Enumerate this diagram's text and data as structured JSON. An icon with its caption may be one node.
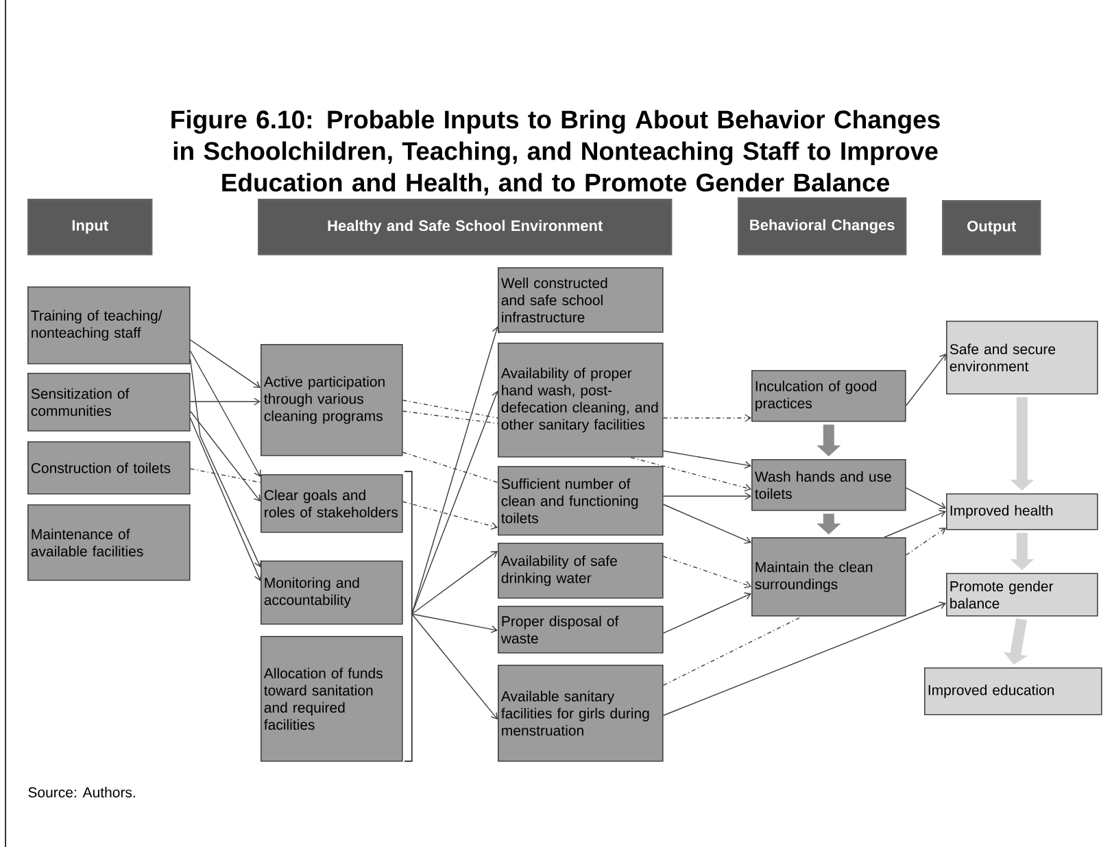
{
  "diagram": {
    "title": "Figure 6.10: Probable Inputs to Bring About Behavior Changes in Schoolchildren, Teaching, and Nonteaching Staff to Improve Education and Health, and to Promote Gender Balance",
    "caption": "Source: Authors.",
    "nodes": [
      {
        "text": [
          "Input"
        ]
      },
      {
        "text": [
          "Healthy and Safe School Environment"
        ]
      },
      {
        "text": [
          "Behavioral Changes"
        ]
      },
      {
        "text": [
          "Output"
        ]
      },
      {
        "text": [
          "Training of teaching/ nonteaching staff"
        ]
      },
      {
        "text": [
          "Sensitization of communities"
        ]
      },
      {
        "text": [
          "Construction of toilets"
        ]
      },
      {
        "text": [
          "Maintenance of available facilities"
        ]
      },
      {
        "text": [
          "Active participation through various cleaning programs"
        ]
      },
      {
        "text": [
          "Clear goals and roles of stakeholders"
        ]
      },
      {
        "text": [
          "Monitoring and accountability"
        ]
      },
      {
        "text": [
          "Allocation of funds toward sanitation and required facilities"
        ]
      },
      {
        "text": [
          "Well constructed and safe school infrastructure"
        ]
      },
      {
        "text": [
          "Availability of proper hand wash, post-defecation cleaning, and other sanitary facilities"
        ]
      },
      {
        "text": [
          "Sufficient number of clean and functioning toilets"
        ]
      },
      {
        "text": [
          "Availability of safe drinking water"
        ]
      },
      {
        "text": [
          "Proper disposal of waste"
        ]
      },
      {
        "text": [
          "Available sanitary facilities for girls during menstruation"
        ]
      },
      {
        "text": [
          "Inculcation of good practices"
        ]
      },
      {
        "text": [
          "Wash hands and use toilets"
        ]
      },
      {
        "text": [
          "Maintain the clean surroundings"
        ]
      },
      {
        "text": [
          "Safe and secure environment"
        ]
      },
      {
        "text": [
          "Improved health"
        ]
      },
      {
        "text": [
          "Promote gender balance"
        ]
      },
      {
        "text": [
          "Improved education"
        ]
      },
      {
        "text": [],
        "shape": "bracket"
      }
    ],
    "edges": [
      {
        "from": 4,
        "to": 8,
        "arrow": "to"
      },
      {
        "from": 4,
        "to": 9,
        "arrow": "to"
      },
      {
        "from": 4,
        "to": 10,
        "arrow": "to"
      },
      {
        "from": 5,
        "to": 8,
        "arrow": "to"
      },
      {
        "from": 5,
        "to": 9,
        "arrow": "to"
      },
      {
        "from": 5,
        "to": 10,
        "arrow": "to"
      },
      {
        "from": 6,
        "to": 9,
        "arrow": "none",
        "style": "dashed"
      },
      {
        "from": 25,
        "to": 12,
        "arrow": "to"
      },
      {
        "from": 25,
        "to": 13,
        "arrow": "to"
      },
      {
        "from": 25,
        "to": 15,
        "arrow": "to"
      },
      {
        "from": 25,
        "to": 16,
        "arrow": "to"
      },
      {
        "from": 25,
        "to": 17,
        "arrow": "to"
      },
      {
        "from": 8,
        "to": 13,
        "arrow": "none",
        "style": "dashed"
      },
      {
        "from": 8,
        "to": 13,
        "arrow": "none",
        "style": "dashed"
      },
      {
        "from": 8,
        "to": 14,
        "arrow": "none",
        "style": "dashed"
      },
      {
        "from": 9,
        "to": 14,
        "arrow": "to",
        "style": "dashed"
      },
      {
        "from": 13,
        "to": 18,
        "arrow": "to",
        "style": "dashed"
      },
      {
        "from": 13,
        "to": 19,
        "arrow": "to"
      },
      {
        "from": 13,
        "to": 19,
        "arrow": "to",
        "style": "dashed"
      },
      {
        "from": 14,
        "to": 19,
        "arrow": "to"
      },
      {
        "from": 14,
        "to": 20,
        "arrow": "to"
      },
      {
        "from": 15,
        "to": 20,
        "arrow": "to",
        "style": "dashed"
      },
      {
        "from": 16,
        "to": 20,
        "arrow": "to"
      },
      {
        "from": 17,
        "to": 20,
        "arrow": "none",
        "style": "dashed"
      },
      {
        "from": 17,
        "to": 23,
        "arrow": "to"
      },
      {
        "from": 18,
        "to": 21,
        "arrow": "to"
      },
      {
        "from": 19,
        "to": 22,
        "arrow": "to"
      },
      {
        "from": 20,
        "to": 22,
        "arrow": "to"
      },
      {
        "from": 20,
        "to": 22,
        "arrow": "to",
        "style": "dashed"
      },
      {
        "from": 18,
        "to": 19,
        "arrow": "to",
        "style": "thick",
        "color": "#8c8c8c"
      },
      {
        "from": 19,
        "to": 20,
        "arrow": "to",
        "style": "thick",
        "color": "#8c8c8c"
      },
      {
        "from": 21,
        "to": 22,
        "arrow": "to",
        "style": "thick",
        "color": "#d4d4d4"
      },
      {
        "from": 22,
        "to": 23,
        "arrow": "to",
        "style": "thick",
        "color": "#d4d4d4"
      },
      {
        "from": 23,
        "to": 24,
        "arrow": "to",
        "style": "thick",
        "color": "#d4d4d4"
      }
    ]
  }
}
